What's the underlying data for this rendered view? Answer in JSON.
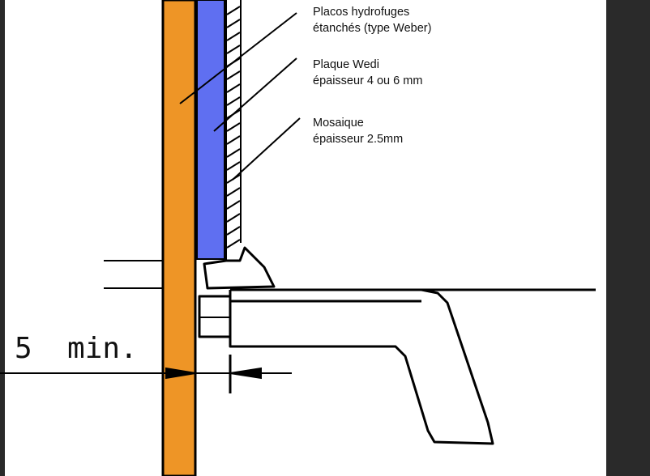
{
  "labels": {
    "placos": {
      "line1": "Placos hydrofuges",
      "line2": "étanchés (type Weber)"
    },
    "wedi": {
      "line1": "Plaque Wedi",
      "line2": "épaisseur 4 ou 6 mm"
    },
    "mosaique": {
      "line1": "Mosaique",
      "line2": "épaisseur 2.5mm"
    }
  },
  "dimension": {
    "text": "5  min."
  },
  "colors": {
    "plaster": "#ee9526",
    "wedi_board": "#5f6ff1",
    "outline": "#000000",
    "border": "#2a2a2a"
  }
}
